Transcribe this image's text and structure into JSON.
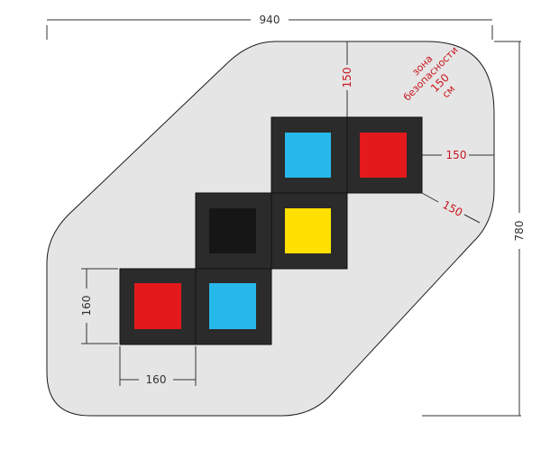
{
  "dimensions": {
    "overall_width": "940",
    "overall_height": "780",
    "tile_width": "160",
    "tile_height": "160"
  },
  "safety_zone": {
    "line1": "зона",
    "line2": "безопасности",
    "line3": "150",
    "line4": "см",
    "top_clearance": "150",
    "right_clearance": "150",
    "diagonal_clearance": "150"
  },
  "colors": {
    "zone_fill": "#e5e5e5",
    "tile_frame": "#2b2b2b",
    "red": "#e3191c",
    "blue": "#27b8eb",
    "yellow": "#ffe000",
    "black": "#161616",
    "annotation": "#c8161d"
  },
  "tiles": [
    {
      "name": "tile-red-top",
      "color": "red"
    },
    {
      "name": "tile-blue-top",
      "color": "blue"
    },
    {
      "name": "tile-black",
      "color": "black"
    },
    {
      "name": "tile-yellow",
      "color": "yellow"
    },
    {
      "name": "tile-red-bottom",
      "color": "red"
    },
    {
      "name": "tile-blue-bottom",
      "color": "blue"
    }
  ]
}
